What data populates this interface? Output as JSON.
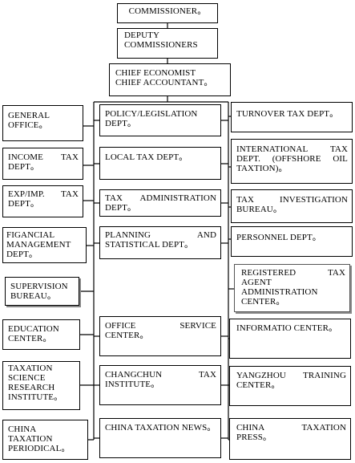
{
  "boxes": {
    "commissioner": "COMMISSIONER。",
    "deputy": "DEPUTY COMMISSIONERS",
    "chief": "CHIEF ECONOMIST\nCHIEF ACCOUNTANT。",
    "general_office": "GENERAL OFFICE。",
    "income_tax": "INCOME TAX DEPT。",
    "exp_imp": "EXP/IMP. TAX DEPT。",
    "financial_mgmt": "FIGANCIAL MANAGEMENT DEPT。",
    "supervision": "SUPERVISION BUREAU。",
    "education": "EDUCATION CENTER。",
    "taxation_science": "TAXATION SCIENCE RESEARCH INSTITUTE。",
    "china_periodical": "CHINA TAXATION PERIODICAL。",
    "policy": "POLICY/LEGISLATION DEPT。",
    "local_tax": "LOCAL TAX DEPT。",
    "tax_admin": "TAX ADMINISTRATION DEPT。",
    "planning": "PLANNING AND STATISTICAL DEPT。",
    "office_service": "OFFICE SERVICE CENTER。",
    "changchun": "CHANGCHUN TAX INSTITUTE。",
    "china_news": "CHINA TAXATION NEWS。",
    "turnover": "TURNOVER TAX DEPT。",
    "international": "INTERNATIONAL TAX DEPT. (OFFSHORE OIL TAXTION)。",
    "investigation": "TAX INVESTIGATION BUREAU。",
    "personnel": "PERSONNEL DEPT。",
    "registered_agent": "REGISTERED TAX AGENT ADMINISTRATION CENTER。",
    "information": "INFORMATIO CENTER。",
    "yangzhou": "YANGZHOU TRAINING CENTER。",
    "china_press": "CHINA TAXATION PRESS。"
  }
}
